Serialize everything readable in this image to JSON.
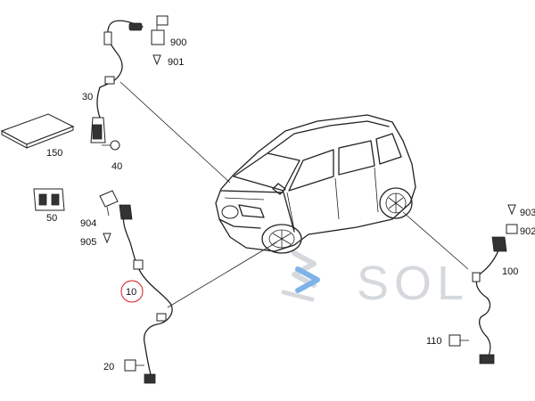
{
  "labels": {
    "p900": "900",
    "p901": "901",
    "p30": "30",
    "p150": "150",
    "p40": "40",
    "p50": "50",
    "p904": "904",
    "p905": "905",
    "p10": "10",
    "p20": "20",
    "p903": "903",
    "p902": "902",
    "p100": "100",
    "p110": "110"
  },
  "watermark": {
    "text": "SOL"
  },
  "colors": {
    "line": "#222222",
    "highlight_circle": "#d11a1a",
    "watermark_grey": "#d5d9de",
    "watermark_blue": "#7fb2e8"
  }
}
